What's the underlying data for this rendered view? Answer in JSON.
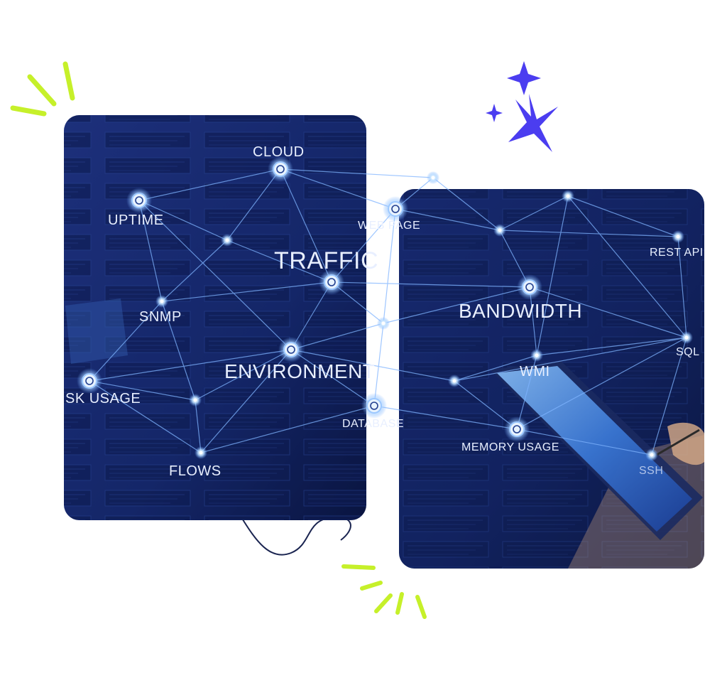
{
  "colors": {
    "panel_dark": "#0c1a4a",
    "panel_mid": "#1a2f7a",
    "line": "#7fb4ff",
    "node_glow": "#bfe0ff",
    "accent_lime": "#c6f02a",
    "accent_violet": "#4b3df0",
    "cable": "#1a2450"
  },
  "network": {
    "labels": {
      "cloud": "CLOUD",
      "uptime": "UPTIME",
      "web_page": "WEB PAGE",
      "traffic": "TRAFFIC",
      "rest_api": "REST API",
      "snmp": "SNMP",
      "bandwidth": "BANDWIDTH",
      "sql": "SQL",
      "environment": "ENVIRONMENT",
      "wmi": "WMI",
      "disk_usage": "SK USAGE",
      "database": "DATABASE",
      "memory_usage": "MEMORY USAGE",
      "flows": "FLOWS",
      "ssh": "SSH"
    },
    "node_icons": {
      "cloud": "cloud-icon",
      "uptime": "clock-icon",
      "web_page": "globe-icon",
      "traffic": "gauge-icon",
      "bandwidth": "bar-chart-icon",
      "environment": "thermometer-icon",
      "disk_usage": "disk-icon",
      "database": "database-icon",
      "memory_usage": "memory-chip-icon"
    }
  },
  "decor": {
    "sparkle_icon": "sparkle-icon",
    "burst_icon": "burst-lines-icon",
    "device": "tablet-device"
  }
}
